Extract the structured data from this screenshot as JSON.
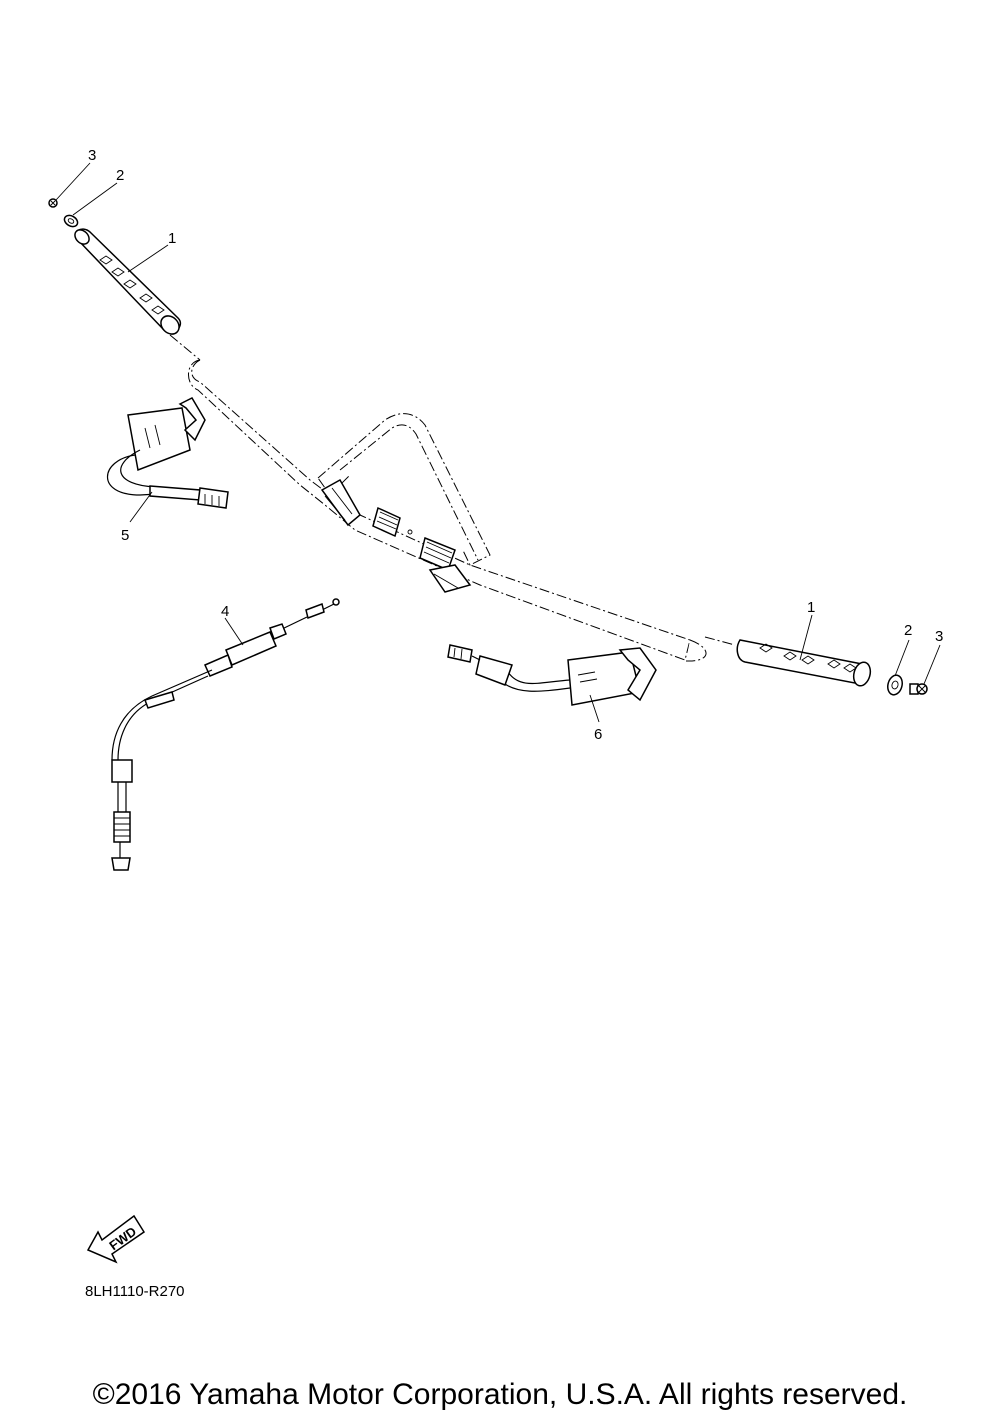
{
  "callouts": {
    "left_screw": "3",
    "left_washer": "2",
    "left_grip": "1",
    "left_thumb_warmer": "5",
    "cable": "4",
    "right_grip": "1",
    "right_washer": "2",
    "right_screw": "3",
    "right_thumb_warmer": "6"
  },
  "fwd_label": "FWD",
  "diagram_ref": "8LH1110-R270",
  "copyright": "©2016 Yamaha Motor Corporation, U.S.A. All rights reserved.",
  "icons": [
    "fwd-arrow-icon"
  ],
  "colors": {
    "ink": "#000000",
    "paper": "#ffffff"
  }
}
